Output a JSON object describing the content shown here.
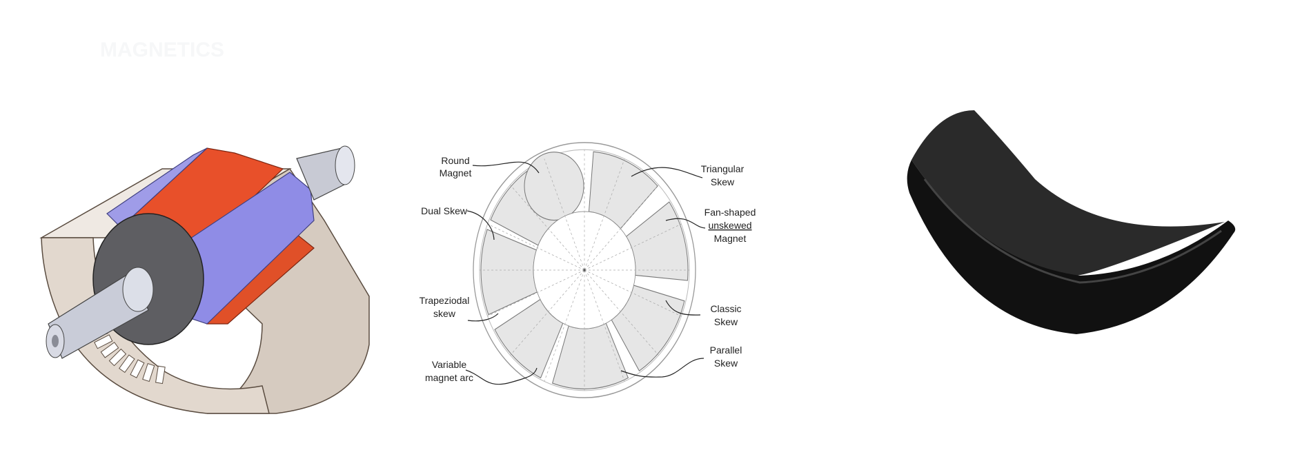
{
  "watermark": "MAGNETICS",
  "diagram": {
    "labels": {
      "round": [
        "Round",
        "Magnet"
      ],
      "dual": [
        "Dual Skew"
      ],
      "trapezoidal": [
        "Trapeziodal",
        "skew"
      ],
      "variable": [
        "Variable",
        "magnet arc"
      ],
      "triangular": [
        "Triangular",
        "Skew"
      ],
      "fan": [
        "Fan-shaped",
        "unskewed",
        "Magnet"
      ],
      "classic": [
        "Classic",
        "Skew"
      ],
      "parallel": [
        "Parallel",
        "Skew"
      ]
    }
  },
  "colors": {
    "magnet_red": "#e8502a",
    "magnet_blue": "#8f8ce6",
    "stator": "#ddd4cb",
    "arc_magnet": "#1a1a1a",
    "diagram_fill": "#e6e6e6"
  }
}
